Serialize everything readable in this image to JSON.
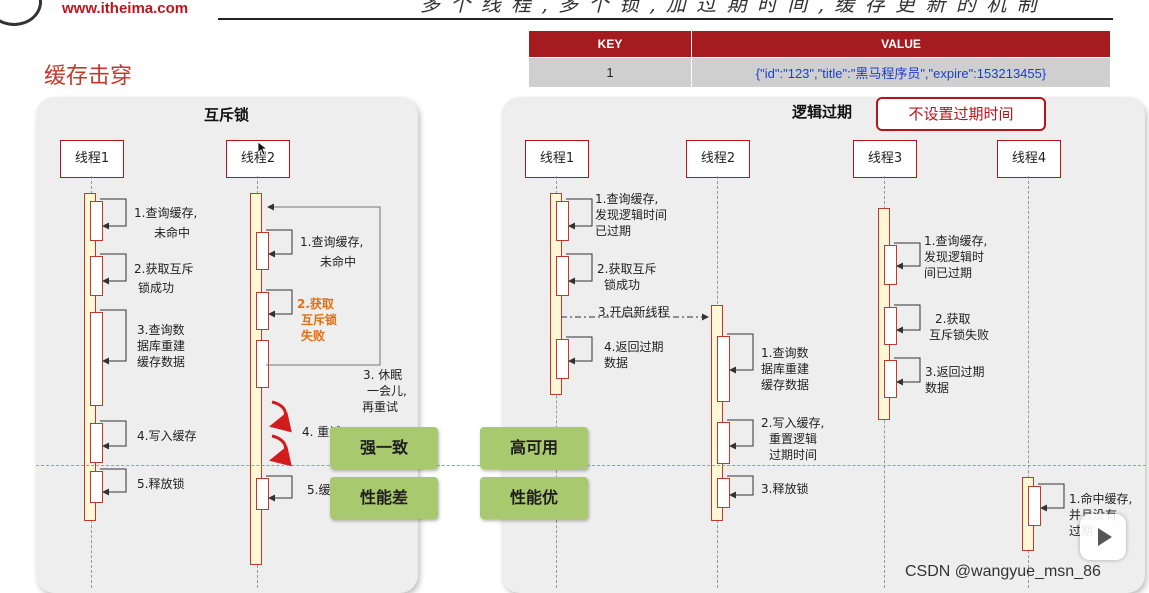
{
  "header": {
    "logo_url_text": "www.itheima.com",
    "top_banner_text": "多 个 线 程 , 多 个 锁 , 加 过 期 时 间 , 缓 存 更 新 的 机 制"
  },
  "slide": {
    "title": "缓存击穿"
  },
  "kv_table": {
    "headers": [
      "KEY",
      "VALUE"
    ],
    "rows": [
      {
        "key": "1",
        "value": "{\"id\":\"123\",\"title\":\"黑马程序员\",\"expire\":153213455}"
      }
    ]
  },
  "left_panel": {
    "title": "互斥锁",
    "threads": [
      "线程1",
      "线程2"
    ],
    "thread1_steps": [
      "1.查询缓存,",
      "未命中",
      "2.获取互斥",
      "锁成功",
      "3.查询数",
      "据库重建",
      "缓存数据",
      "4.写入缓存",
      "5.释放锁"
    ],
    "thread2_steps": [
      "1.查询缓存,",
      "未命中",
      "2.获取",
      "互斥锁",
      "失败",
      "3. 休眠",
      "一会儿,",
      "再重试",
      "4. 重试",
      "5.缓"
    ]
  },
  "right_panel": {
    "title": "逻辑过期",
    "badge": "不设置过期时间",
    "threads": [
      "线程1",
      "线程2",
      "线程3",
      "线程4"
    ],
    "thread1_steps": [
      "1.查询缓存,",
      "发现逻辑时间",
      "已过期",
      "2.获取互斥",
      "锁成功",
      "3.开启新线程",
      "4.返回过期",
      "数据"
    ],
    "thread2_steps": [
      "1.查询数",
      "据库重建",
      "缓存数据",
      "2.写入缓存,",
      "重置逻辑",
      "过期时间",
      "3.释放锁"
    ],
    "thread3_steps": [
      "1.查询缓存,",
      "发现逻辑时",
      "间已过期",
      "2.获取",
      "互斥锁失败",
      "3.返回过期",
      "数据"
    ],
    "thread4_steps": [
      "1.命中缓存,",
      "并且没有",
      "过期"
    ]
  },
  "comparison": {
    "mutex_pro": "强一致",
    "mutex_con": "性能差",
    "logical_pro": "高可用",
    "logical_con": "性能优"
  },
  "watermark": "CSDN @wangyue_msn_86",
  "colors": {
    "accent_red": "#b5141a",
    "green_badge": "#a9c96e",
    "orange_text": "#e07016",
    "json_blue": "#1a3fd0"
  },
  "icons": [
    "play-icon",
    "cursor-icon",
    "retry-arrow-icon"
  ]
}
